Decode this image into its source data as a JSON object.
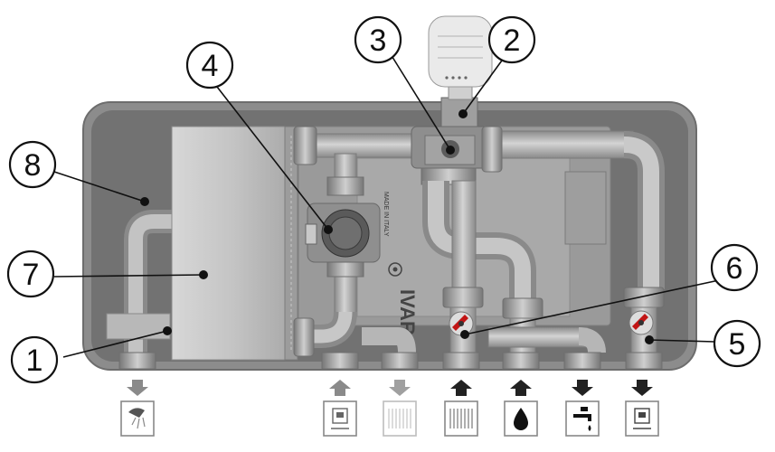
{
  "callouts": [
    {
      "id": "1",
      "label": "1"
    },
    {
      "id": "2",
      "label": "2"
    },
    {
      "id": "3",
      "label": "3"
    },
    {
      "id": "4",
      "label": "4"
    },
    {
      "id": "5",
      "label": "5"
    },
    {
      "id": "6",
      "label": "6"
    },
    {
      "id": "7",
      "label": "7"
    },
    {
      "id": "8",
      "label": "8"
    }
  ],
  "valve_body_text": "MADE IN ITALY",
  "brand_text": "IVAR",
  "connections": [
    {
      "name": "shower-outlet",
      "flow": "down",
      "icon": "shower-icon"
    },
    {
      "name": "apartment-return",
      "flow": "up",
      "icon": "apartment-meter-icon"
    },
    {
      "name": "radiator-supply",
      "flow": "down",
      "icon": "radiator-icon",
      "faded": true
    },
    {
      "name": "radiator-return",
      "flow": "up",
      "icon": "radiator-icon"
    },
    {
      "name": "cold-water-inlet",
      "flow": "up",
      "icon": "water-drop-icon"
    },
    {
      "name": "tap-outlet",
      "flow": "down",
      "icon": "tap-icon"
    },
    {
      "name": "apartment-supply",
      "flow": "down",
      "icon": "apartment-meter-icon"
    }
  ],
  "colors": {
    "housing": "#7f7f7f",
    "housing_border": "#9a9a9a",
    "back_panel": "#6a6a6a",
    "pipe": "#b4b4b4",
    "pipe_dark": "#8e8e8e",
    "arrow_dark": "#222222",
    "arrow_light": "#8a8a8a",
    "valve_red": "#c21515"
  }
}
